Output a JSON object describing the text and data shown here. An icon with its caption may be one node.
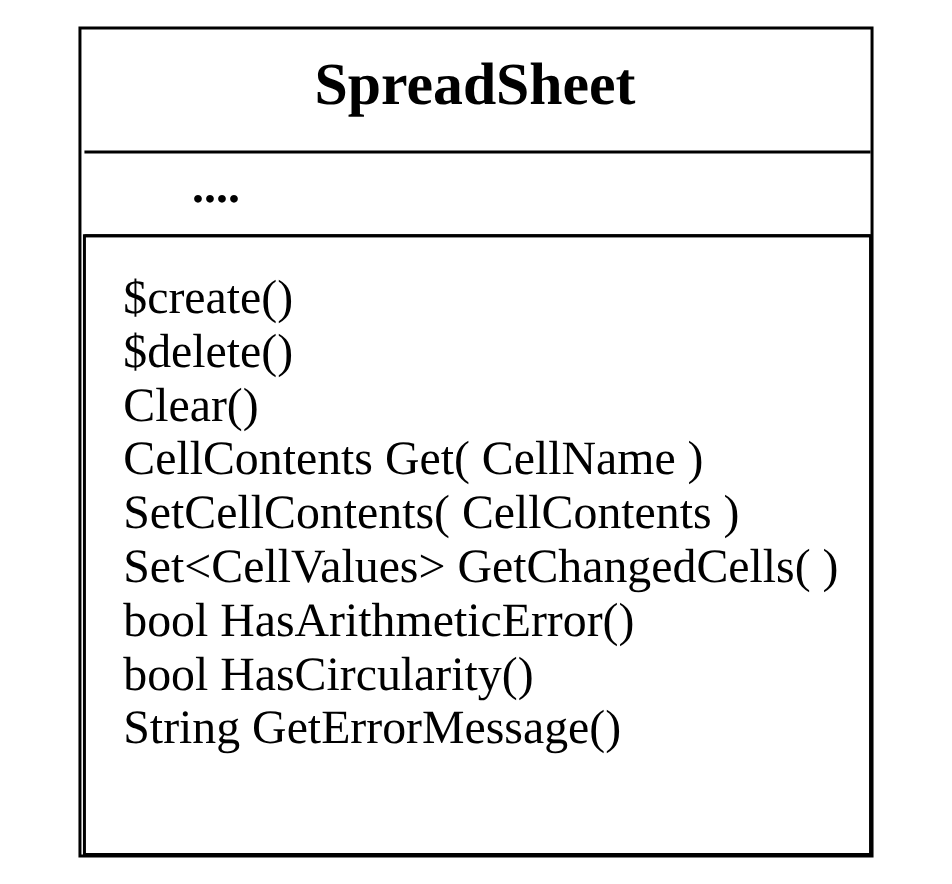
{
  "diagram": {
    "nodes": [
      {
        "text": [
          "SpreadSheet",
          "....",
          "$create()",
          "$delete()",
          "Clear()",
          "CellContents Get( CellName )",
          "SetCellContents( CellContents )",
          "Set<CellValues> GetChangedCells( )",
          "bool HasArithmeticError()",
          "bool HasCircularity()",
          "String GetErrorMessage()"
        ]
      }
    ]
  }
}
